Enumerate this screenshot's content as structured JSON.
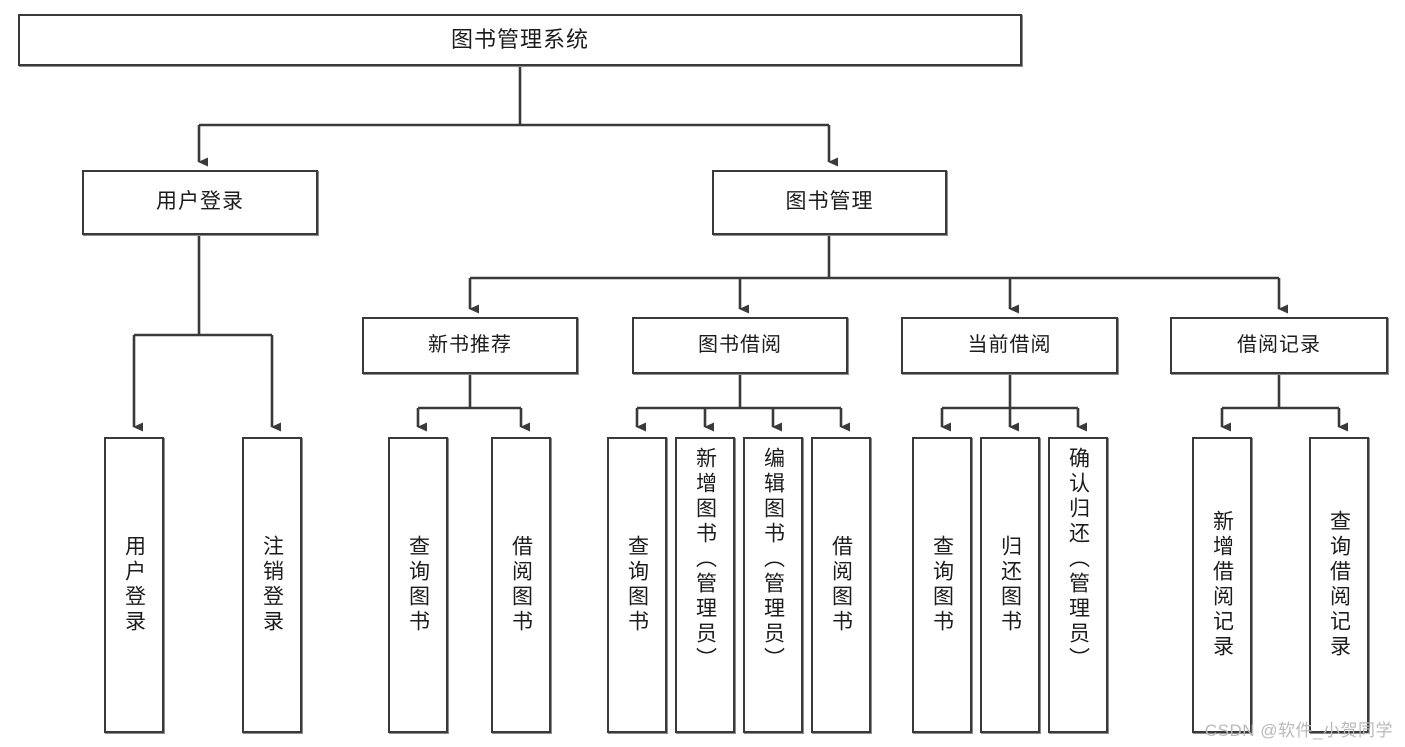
{
  "diagram": {
    "title": "图书管理系统",
    "type": "tree-hierarchy",
    "orientation": "top-down",
    "colors": {
      "box_border": "#3a3a3a",
      "box_fill": "#ffffff",
      "connector": "#3a3a3a",
      "text": "#1c1c1c",
      "watermark": "#b9b9b9",
      "background": "#ffffff"
    }
  },
  "root": {
    "label": "图书管理系统"
  },
  "level2": [
    {
      "label": "用户登录"
    },
    {
      "label": "图书管理"
    }
  ],
  "level3": [
    {
      "label": "新书推荐"
    },
    {
      "label": "图书借阅"
    },
    {
      "label": "当前借阅"
    },
    {
      "label": "借阅记录"
    }
  ],
  "leaves": {
    "user_login": [
      {
        "label": "用户登录"
      },
      {
        "label": "注销登录"
      }
    ],
    "new_book_recommend": [
      {
        "label": "查询图书"
      },
      {
        "label": "借阅图书"
      }
    ],
    "book_borrow": [
      {
        "label": "查询图书"
      },
      {
        "label": "新增图书（管理员）"
      },
      {
        "label": "编辑图书（管理员）"
      },
      {
        "label": "借阅图书"
      }
    ],
    "current_borrow": [
      {
        "label": "查询图书"
      },
      {
        "label": "归还图书"
      },
      {
        "label": "确认归还（管理员）"
      }
    ],
    "borrow_record": [
      {
        "label": "新增借阅记录"
      },
      {
        "label": "查询借阅记录"
      }
    ]
  },
  "watermark": {
    "text": "CSDN @软件_小贺同学"
  }
}
